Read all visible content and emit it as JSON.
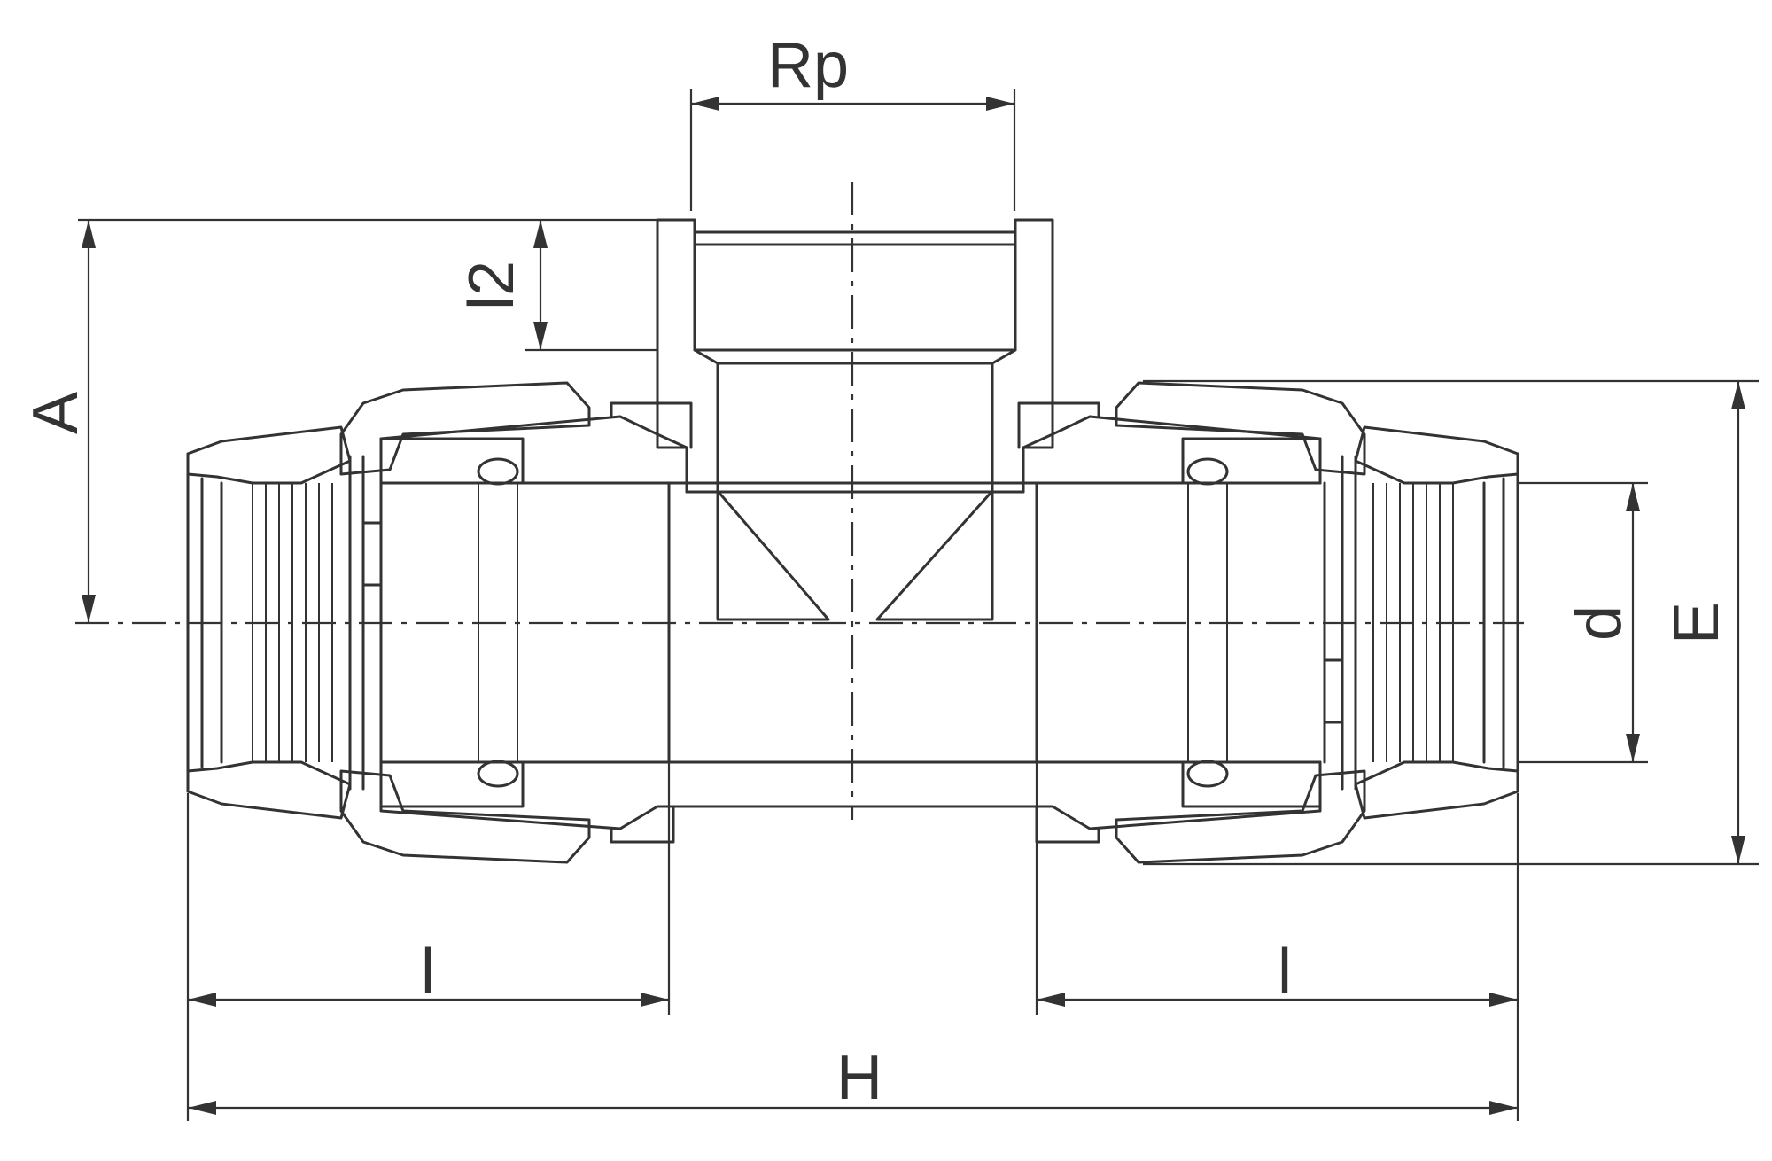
{
  "labels": {
    "rp": "Rp",
    "a": "A",
    "l2": "l2",
    "d": "d",
    "e": "E",
    "l_left": "l",
    "l_right": "l",
    "h": "H"
  },
  "colors": {
    "line": "#333333",
    "background": "#ffffff"
  }
}
